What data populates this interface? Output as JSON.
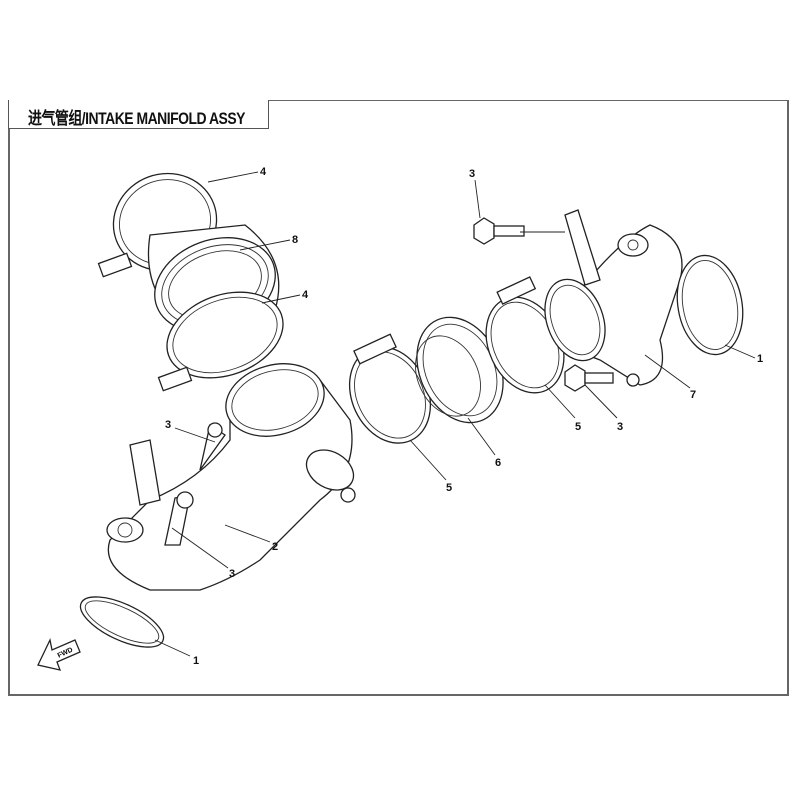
{
  "title": "进气管组/INTAKE MANIFOLD ASSY",
  "fwd_label": "FWD",
  "callouts": [
    "4",
    "8",
    "4",
    "3",
    "1",
    "7",
    "3",
    "5",
    "6",
    "5",
    "3",
    "2",
    "3",
    "1"
  ]
}
